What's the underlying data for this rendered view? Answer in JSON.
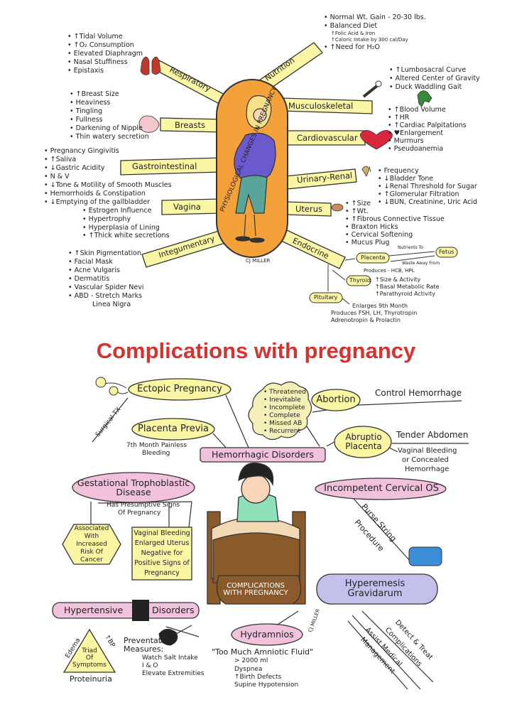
{
  "top": {
    "center_label": "PHYSIOLOGICAL CHANGES IN PREGNANCY",
    "artist": "CJ MILLER",
    "branches": {
      "respiratory": {
        "label": "Respiratory",
        "items": [
          "• ↑Tidal Volume",
          "• ↑O₂ Consumption",
          "• Elevated Diaphragm",
          "• Nasal Stuffiness",
          "• Epistaxis"
        ]
      },
      "breasts": {
        "label": "Breasts",
        "items": [
          "• ↑Breast Size",
          "• Heaviness",
          "• Tingling",
          "• Fullness",
          "• Darkening of Nipple",
          "• Thin watery secretion"
        ]
      },
      "gastro": {
        "label": "Gastrointestinal",
        "items": [
          "• Pregnancy Gingivitis",
          "• ↑Saliva",
          "• ↓Gastric Acidity",
          "• N & V",
          "• ↓Tone & Motility of Smooth Muscles",
          "• Hemorrhoids & Constipation",
          "• ↓Emptying of the gallbladder"
        ]
      },
      "vagina": {
        "label": "Vagina",
        "items": [
          "• Estrogen Influence",
          "• Hypertrophy",
          "• Hyperplasia of Lining",
          "• ↑Thick white secretions"
        ]
      },
      "integumentary": {
        "label": "Integumentary",
        "items": [
          "• ↑Skin Pigmentation",
          "• Facial Mask",
          "• Acne Vulgaris",
          "• Dermatitis",
          "• Vascular Spider Nevi",
          "• ABD - Stretch Marks",
          "Linea Nigra"
        ]
      },
      "nutrition": {
        "label": "Nutrition",
        "items": [
          "• Normal Wt. Gain - 20-30 lbs.",
          "• Balanced Diet",
          "↑Folic Acid & Iron",
          "↑Caloric Intake by 300 cal/Day",
          "• ↑Need for H₂O"
        ]
      },
      "musculo": {
        "label": "Musculoskeletal",
        "items": [
          "• ↑Lumbosacral Curve",
          "• Altered Center of Gravity",
          "• Duck Waddling Gait"
        ]
      },
      "cardio": {
        "label": "Cardiovascular",
        "items": [
          "• ↑Blood Volume",
          "• ↑HR",
          "• ↑Cardiac Palpitations",
          "• ♥Enlargement",
          "• Murmurs",
          "• Pseudoanemia"
        ]
      },
      "urinary": {
        "label": "Urinary-Renal",
        "items": [
          "• Frequency",
          "• ↓Bladder Tone",
          "• ↓Renal Threshold for Sugar",
          "• ↑Glomerular Filtration",
          "• ↓BUN, Creatinine, Uric Acid"
        ]
      },
      "uterus": {
        "label": "Uterus",
        "items": [
          "• ↑Size",
          "• ↑Wt.",
          "• ↑Fibrous Connective Tissue",
          "• Braxton Hicks",
          "• Cervical Softening",
          "• Mucus Plug"
        ]
      },
      "endocrine": {
        "label": "Endocrine",
        "placenta": "Placenta",
        "fetus": "Fetus",
        "nutrients_to": "Nutrients To",
        "waste_from": "Waste Away From",
        "produces": "Produces - HCB, HPL",
        "thyroid": "Thyroid",
        "thyroid_items": [
          "↑Size & Activity",
          "↑Basal Metabolic Rate",
          "↑Parathyroid Activity"
        ],
        "pituitary": "Pituitary",
        "pituitary_items": [
          "Enlarges 9th Month",
          "Produces FSH, LH, Thyrotropin",
          "Adrenotropin & Prolactin"
        ]
      }
    }
  },
  "heading": "Complications with pregnancy",
  "bottom": {
    "ectopic": "Ectopic Pregnancy",
    "surgical": "Surgical TX",
    "placenta_previa": "Placenta Previa",
    "previa_note": [
      "7th Month Painless",
      "Bleeding"
    ],
    "abortion": "Abortion",
    "abortion_types": [
      "• Threatened",
      "• Inevitable",
      "• Incomplete",
      "• Complete",
      "• Missed AB",
      "• Recurrent"
    ],
    "control_hemorrhage": "Control Hemorrhage",
    "abruptio": "Abruptio Placenta",
    "tender": "Tender Abdomen",
    "vaginal_bleeding": [
      "Vaginal Bleeding",
      "or Concealed",
      "Hemorrhage"
    ],
    "hemorrhagic": "Hemorrhagic Disorders",
    "gtd": "Gestational Trophoblastic Disease",
    "gtd_signs": [
      "Has Presumptive Signs",
      "Of Pregnancy"
    ],
    "associated": [
      "Associated",
      "With",
      "Increased",
      "Risk Of",
      "Cancer"
    ],
    "vaginal_list": [
      "Vaginal Bleeding",
      "Enlarged Uterus",
      "Negative for",
      "Positive Signs of",
      "Pregnancy"
    ],
    "incompetent": "Incompetent Cervical OS",
    "purse": [
      "Purse String",
      "Procedure"
    ],
    "bed_label": "COMPLICATIONS WITH PREGNANCY",
    "signature": "CJ MILLER",
    "hyperemesis": "Hyperemesis Gravidarum",
    "hyper_notes": [
      "Detect & Treat",
      "Complications",
      "Assist Medical",
      "Management"
    ],
    "hypertensive": "Hypertensive",
    "disorders": "Disorders",
    "triad": [
      "Triad",
      "Of",
      "Symptoms"
    ],
    "edema": "Edema",
    "bp": "↑BP",
    "proteinuria": "Proteinuria",
    "preventative": [
      "Preventative",
      "Measures:"
    ],
    "prevent_items": [
      "Watch Salt Intake",
      "I & O",
      "Elevate Extremities"
    ],
    "hydramnios": "Hydramnios",
    "too_much": "\"Too Much Amniotic Fluid\"",
    "hydra_items": [
      "> 2000 ml",
      "Dyspnea",
      "↑Birth Defects",
      "Supine Hypotension"
    ]
  },
  "colors": {
    "banner": "#fbf6a4",
    "capsule": "#f5a13a",
    "bubble": "#f4f0b8",
    "pink": "#f2c2dd",
    "title": "#d6322f",
    "blue_dress": "#6a5acd"
  }
}
